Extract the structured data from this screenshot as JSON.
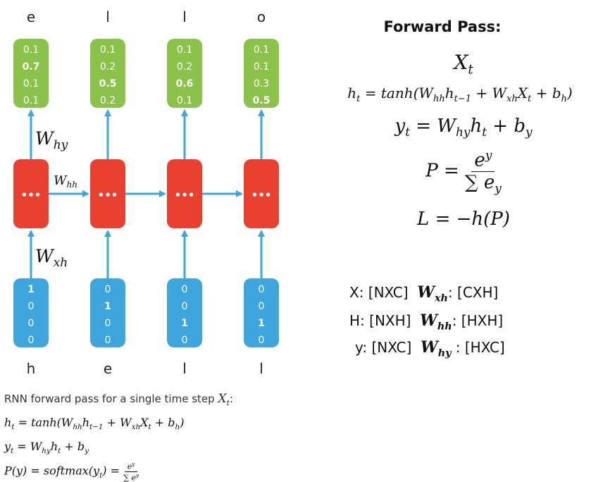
{
  "output_letters": [
    "e",
    "l",
    "l",
    "o"
  ],
  "input_letters": [
    "h",
    "e",
    "l",
    "l"
  ],
  "output_vectors": [
    [
      "0.1",
      "0.7",
      "0.1",
      "0.1"
    ],
    [
      "0.1",
      "0.2",
      "0.5",
      "0.2"
    ],
    [
      "0.1",
      "0.2",
      "0.6",
      "0.1"
    ],
    [
      "0.1",
      "0.1",
      "0.3",
      "0.5"
    ]
  ],
  "output_bold_index": [
    1,
    2,
    2,
    3
  ],
  "input_vectors": [
    [
      "1",
      "0",
      "0",
      "0"
    ],
    [
      "0",
      "1",
      "0",
      "0"
    ],
    [
      "0",
      "0",
      "1",
      "0"
    ],
    [
      "0",
      "0",
      "1",
      "0"
    ]
  ],
  "input_bold_index": [
    0,
    1,
    2,
    2
  ],
  "hidden_label": "•••",
  "weight_labels": {
    "why": {
      "base": "W",
      "sub": "hy"
    },
    "whh": {
      "base": "W",
      "sub": "hh"
    },
    "wxh": {
      "base": "W",
      "sub": "xh"
    }
  },
  "colors": {
    "output": "#8BC24A",
    "hidden": "#E8412F",
    "input": "#3EA6DC",
    "arrow": "#3EA6DC"
  },
  "forward": {
    "title": "Forward Pass:",
    "x_t": "X_t",
    "h_eq": "h_t = tanh(W_hh h_t−1 + W_xh X_t + b_h)",
    "y_eq": "y_t = W_hy h_t + b_y",
    "p_lhs": "P =",
    "p_num": "e^y",
    "p_den": "∑ e_y",
    "l_eq": "L = −h(P)"
  },
  "dims": [
    {
      "var": "X: [NXC]",
      "w": "W",
      "wsub": "xh",
      "shape": ": [CXH]"
    },
    {
      "var": "H: [NXH]",
      "w": "W",
      "wsub": "hh",
      "shape": ": [HXH]"
    },
    {
      "var": "y: [NXC]",
      "w": "W",
      "wsub": "hy",
      "shape": " : [HXC]"
    }
  ],
  "caption": {
    "text": "RNN forward pass for a single time step",
    "var": "X_t",
    "colon": ":"
  },
  "caption_formulas": {
    "h": "h_t = tanh(W_hh h_t−1 + W_xh X_t + b_h)",
    "y": "y_t = W_hy h_t + b_y",
    "p_lhs": "P(y) = softmax(y_t) =",
    "p_num": "e^y",
    "p_den": "∑ e^y"
  }
}
